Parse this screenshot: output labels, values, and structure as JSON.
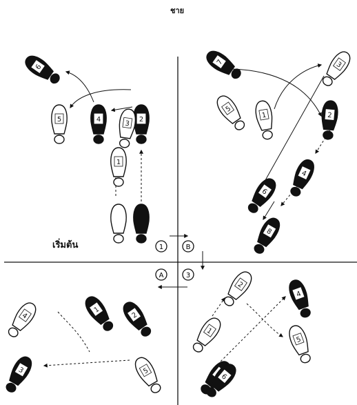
{
  "title": "ชาย",
  "start_label": "เริ่มต้น",
  "quadrant_markers": [
    "1",
    "B",
    "A",
    "3"
  ],
  "colors": {
    "ink": "#111111",
    "paper": "#ffffff"
  },
  "quadrants": {
    "top_left": {
      "footprints": [
        {
          "name": "left-foot-start",
          "fill": "outline",
          "label": ""
        },
        {
          "name": "right-foot-start",
          "fill": "solid",
          "label": ""
        },
        {
          "name": "left-foot-step-1",
          "fill": "outline",
          "label": "1"
        },
        {
          "name": "right-foot-step-2",
          "fill": "solid",
          "label": "2"
        },
        {
          "name": "left-foot-step-3",
          "fill": "outline",
          "label": "3"
        },
        {
          "name": "right-foot-step-4",
          "fill": "solid",
          "label": "4"
        },
        {
          "name": "left-foot-step-5",
          "fill": "outline",
          "label": "5"
        },
        {
          "name": "right-foot-step-6",
          "fill": "solid",
          "label": "6"
        }
      ]
    },
    "top_right": {
      "footprints": [
        {
          "name": "foot-step-1",
          "fill": "outline",
          "label": "1"
        },
        {
          "name": "foot-step-2",
          "fill": "solid",
          "label": "2"
        },
        {
          "name": "foot-step-3",
          "fill": "outline",
          "label": "3"
        },
        {
          "name": "foot-step-4",
          "fill": "solid",
          "label": "4"
        },
        {
          "name": "foot-step-5",
          "fill": "outline",
          "label": "5"
        },
        {
          "name": "foot-step-6",
          "fill": "solid",
          "label": "6"
        },
        {
          "name": "foot-step-7",
          "fill": "solid",
          "label": "7"
        },
        {
          "name": "foot-step-8",
          "fill": "solid",
          "label": "8"
        }
      ]
    },
    "bottom_left": {
      "footprints": [
        {
          "name": "foot-step-1",
          "fill": "solid",
          "label": "1"
        },
        {
          "name": "foot-step-2",
          "fill": "solid",
          "label": "2"
        },
        {
          "name": "foot-step-3",
          "fill": "solid",
          "label": "3"
        },
        {
          "name": "foot-step-4",
          "fill": "outline",
          "label": "4"
        },
        {
          "name": "foot-step-5",
          "fill": "outline",
          "label": "5"
        }
      ]
    },
    "bottom_right": {
      "footprints": [
        {
          "name": "foot-step-1",
          "fill": "outline",
          "label": "1"
        },
        {
          "name": "foot-step-2",
          "fill": "outline",
          "label": "2"
        },
        {
          "name": "foot-step-3",
          "fill": "solid",
          "label": "3"
        },
        {
          "name": "foot-step-4",
          "fill": "solid",
          "label": "4"
        },
        {
          "name": "foot-step-5",
          "fill": "outline",
          "label": "5"
        },
        {
          "name": "foot-step-6",
          "fill": "solid",
          "label": "6"
        }
      ]
    }
  }
}
